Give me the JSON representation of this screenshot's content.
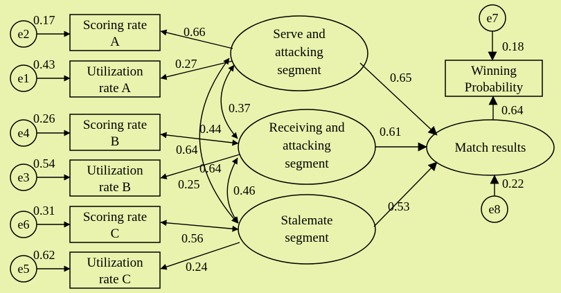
{
  "errors": {
    "e1": "e1",
    "e2": "e2",
    "e3": "e3",
    "e4": "e4",
    "e5": "e5",
    "e6": "e6",
    "e7": "e7",
    "e8": "e8"
  },
  "indicators": {
    "scoring_a": [
      "Scoring rate",
      "A"
    ],
    "utilization_a": [
      "Utilization",
      "rate A"
    ],
    "scoring_b": [
      "Scoring rate",
      "B"
    ],
    "utilization_b": [
      "Utilization",
      "rate B"
    ],
    "scoring_c": [
      "Scoring rate",
      "C"
    ],
    "utilization_c": [
      "Utilization",
      "rate C"
    ],
    "winning": [
      "Winning",
      "Probability"
    ]
  },
  "latents": {
    "serve": [
      "Serve and",
      "attacking",
      "segment"
    ],
    "receiving": [
      "Receiving and",
      "attacking",
      "segment"
    ],
    "stalemate": [
      "Stalemate",
      "segment"
    ],
    "match": [
      "Match results"
    ]
  },
  "coefficients": {
    "e2_scoring_a": "0.17",
    "e1_utilization_a": "0.43",
    "e4_scoring_b": "0.26",
    "e3_utilization_b": "0.54",
    "e6_scoring_c": "0.31",
    "e5_utilization_c": "0.62",
    "serve_scoring_a": "0.66",
    "serve_utilization_a": "0.27",
    "serve_receiving_cov": "0.37",
    "receiving_scoring_b": "0.44",
    "serve_stalemate_cov": "0.64",
    "receiving_utilization_b": "0.64",
    "utilization_b_side": "0.25",
    "receiving_stalemate_cov": "0.46",
    "stalemate_scoring_c": "0.56",
    "stalemate_utilization_c": "0.24",
    "serve_match": "0.65",
    "receiving_match": "0.61",
    "stalemate_match": "0.53",
    "match_winning": "0.64",
    "e7_winning": "0.18",
    "e8_match": "0.22"
  }
}
